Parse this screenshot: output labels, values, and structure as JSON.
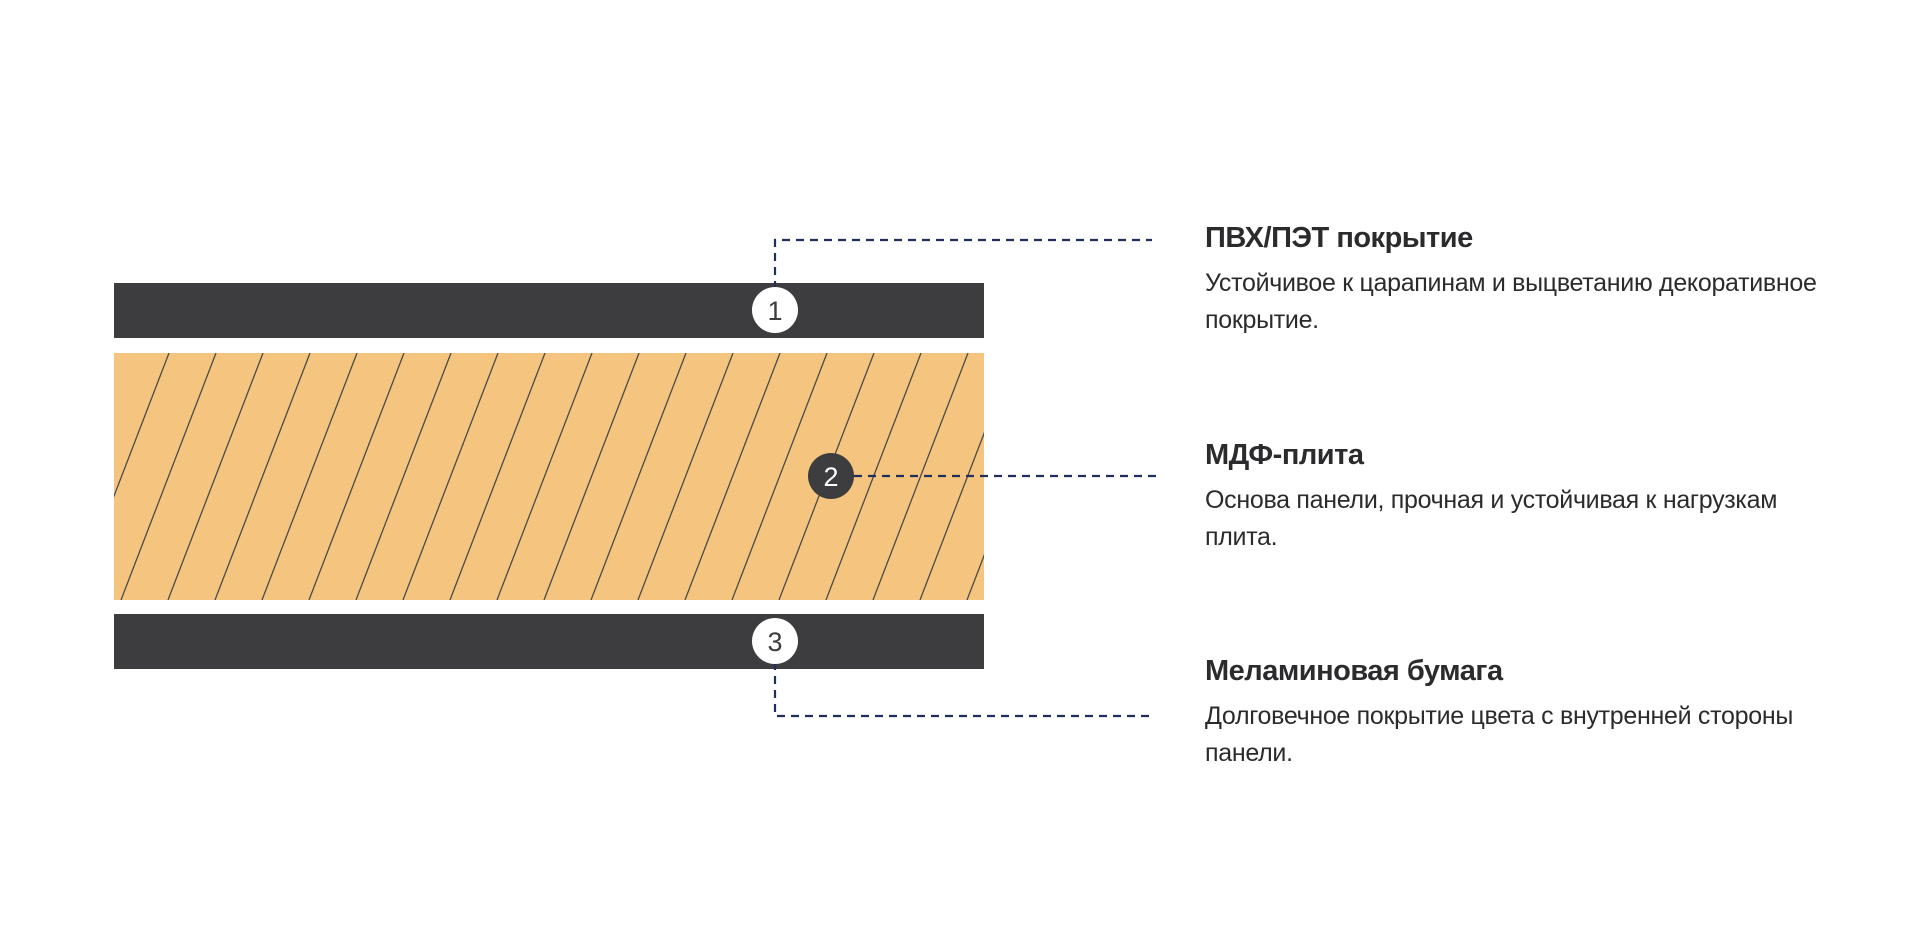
{
  "colors": {
    "dark_layer": "#3d3d40",
    "mdf_fill": "#f5c57f",
    "hatch": "#4a4a4a",
    "leader_line": "#1f2f5c",
    "badge_light": "#ffffff",
    "badge_dark": "#3d3d40"
  },
  "layers": [
    {
      "number": "1",
      "title": "ПВХ/ПЭТ покрытие",
      "description": "Устойчивое к царапинам и выцветанию декоративное покрытие."
    },
    {
      "number": "2",
      "title": "МДФ-плита",
      "description": "Основа панели, прочная и устойчивая к нагрузкам плита."
    },
    {
      "number": "3",
      "title": "Меламиновая бумага",
      "description": "Долговечное покрытие цвета с внутренней стороны панели."
    }
  ]
}
